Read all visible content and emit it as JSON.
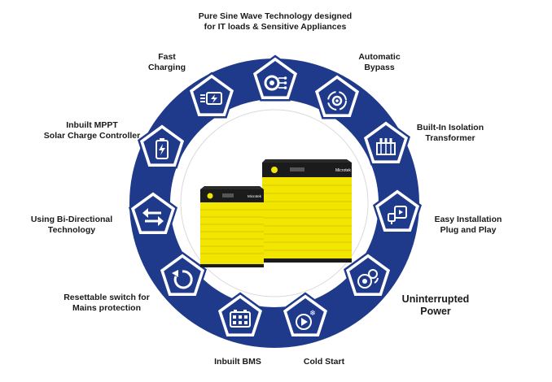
{
  "colors": {
    "navy": "#1f3a8a",
    "navy_dark": "#152c6e",
    "yellow": "#f2e600",
    "black": "#1b1b1b",
    "white": "#ffffff"
  },
  "features": [
    {
      "id": "pure-sine",
      "icon": "gear-circuit-icon",
      "lines": [
        "Pure Sine Wave Technology designed",
        "for IT loads & Sensitive Appliances"
      ]
    },
    {
      "id": "automatic-bypass",
      "icon": "bypass-cycle-icon",
      "lines": [
        "Automatic",
        "Bypass"
      ]
    },
    {
      "id": "isolation-transformer",
      "icon": "transformer-icon",
      "lines": [
        "Built-In Isolation",
        "Transformer"
      ]
    },
    {
      "id": "plug-and-play",
      "icon": "plug-play-icon",
      "lines": [
        "Easy Installation",
        "Plug and Play"
      ]
    },
    {
      "id": "uninterrupted-power",
      "icon": "power-cycle-icon",
      "lines": [
        "Uninterrupted",
        "Power"
      ]
    },
    {
      "id": "cold-start",
      "icon": "cold-start-icon",
      "lines": [
        "Cold Start"
      ]
    },
    {
      "id": "inbuilt-bms",
      "icon": "battery-grid-icon",
      "lines": [
        "Inbuilt BMS"
      ]
    },
    {
      "id": "resettable-switch",
      "icon": "reset-icon",
      "lines": [
        "Resettable switch for",
        "Mains protection"
      ]
    },
    {
      "id": "bi-directional",
      "icon": "bidirectional-arrows-icon",
      "lines": [
        "Using Bi-Directional",
        "Technology"
      ]
    },
    {
      "id": "mppt",
      "icon": "battery-charging-icon",
      "lines": [
        "Inbuilt MPPT",
        "Solar Charge Controller"
      ]
    },
    {
      "id": "fast-charging",
      "icon": "fast-charge-icon",
      "lines": [
        "Fast",
        "Charging"
      ]
    }
  ],
  "product": {
    "small_unit_brand": "Microtek",
    "large_unit_brand": "Microtek"
  }
}
